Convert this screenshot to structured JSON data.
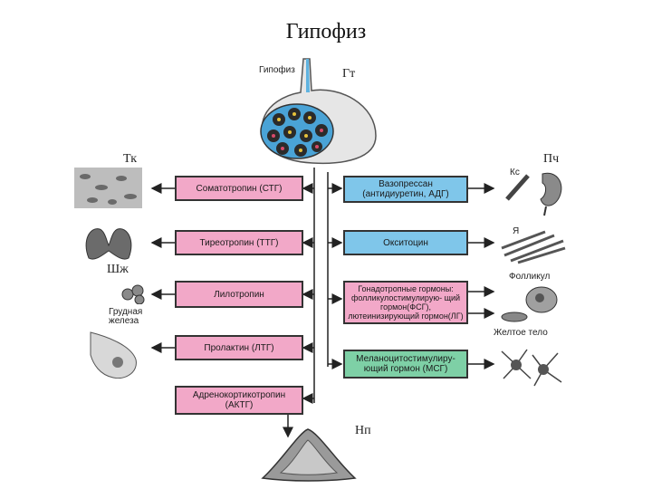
{
  "title": "Гипофиз",
  "labels": {
    "gipofiz": "Гипофиз",
    "gt": "Гт",
    "tk": "Тк",
    "shzh": "Шж",
    "grudnaya": "Грудная\nжелеза",
    "pch": "Пч",
    "ks": "Кс",
    "ya": "Я",
    "follikul": "Фолликул",
    "zheltoe": "Желтое тело",
    "np": "Нп"
  },
  "anterior": [
    "Соматотропин (СТГ)",
    "Тиреотропин (ТТГ)",
    "Лилотропин",
    "Пролактин (ЛТГ)",
    "Адренокортикотропин (АКТГ)"
  ],
  "right": [
    "Вазопрессан (антидиуретин, АДГ)",
    "Окситоцин",
    "Гонадотропные гормоны: фолликулостимулирую- щий гормон(ФСГ), лютеинизирующий гормон(ЛГ)",
    "Меланоцитостимулиру- ющий гормон (МСГ)"
  ],
  "colors": {
    "pink": "#f2a8c8",
    "blue": "#7fc6ea",
    "green": "#7ed0a6"
  }
}
